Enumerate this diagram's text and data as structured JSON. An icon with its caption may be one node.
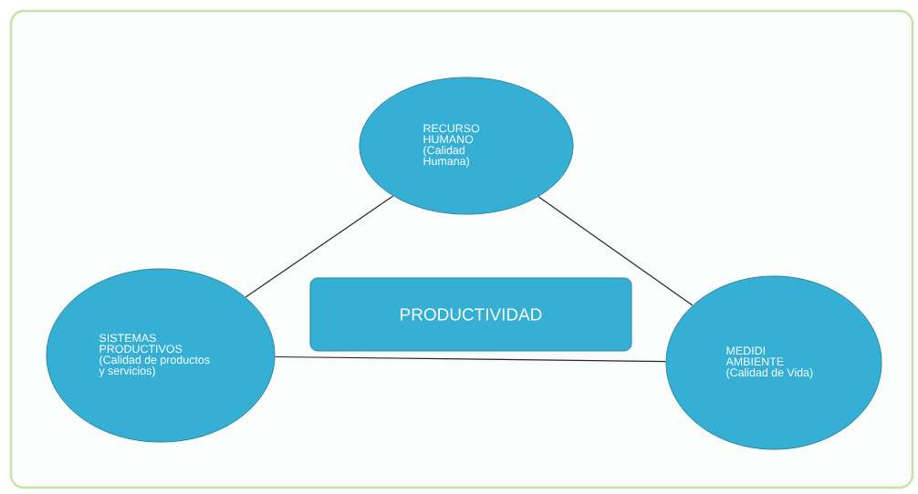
{
  "diagram": {
    "nodes": [
      {
        "text": [
          "RECURSO HUMANO (Calidad Humana)"
        ]
      },
      {
        "text": [
          "PRODUCTIVIDAD"
        ]
      },
      {
        "text": [
          "SISTEMAS PRODUCTIVOS (Calidad de productos y servicios)"
        ]
      },
      {
        "text": [
          "MEDIDI AMBIENTE (Calidad de Vida)"
        ]
      }
    ],
    "edges": [
      {
        "from": 0,
        "to": 2,
        "arrow": "none"
      },
      {
        "from": 0,
        "to": 3,
        "arrow": "none"
      },
      {
        "from": 2,
        "to": 3,
        "arrow": "none"
      }
    ]
  }
}
